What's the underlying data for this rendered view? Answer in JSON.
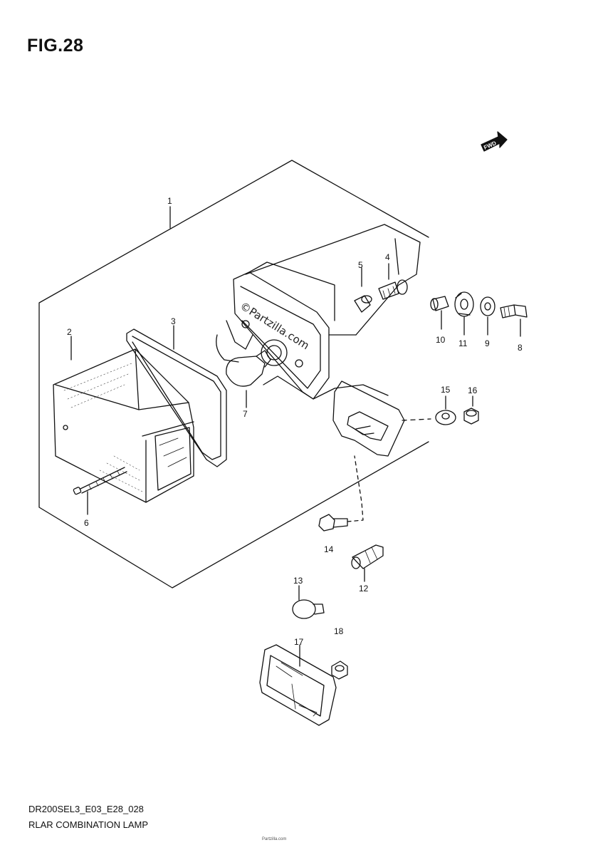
{
  "figure": {
    "title": "FIG.28"
  },
  "direction_marker": {
    "label": "FWD"
  },
  "watermark": {
    "text": "©Partzilla.com"
  },
  "callouts": [
    {
      "id": "c1",
      "label": "1"
    },
    {
      "id": "c2",
      "label": "2"
    },
    {
      "id": "c3",
      "label": "3"
    },
    {
      "id": "c4",
      "label": "4"
    },
    {
      "id": "c5",
      "label": "5"
    },
    {
      "id": "c6",
      "label": "6"
    },
    {
      "id": "c7",
      "label": "7"
    },
    {
      "id": "c8",
      "label": "8"
    },
    {
      "id": "c9",
      "label": "9"
    },
    {
      "id": "c10",
      "label": "10"
    },
    {
      "id": "c11",
      "label": "11"
    },
    {
      "id": "c12",
      "label": "12"
    },
    {
      "id": "c13",
      "label": "13"
    },
    {
      "id": "c14",
      "label": "14"
    },
    {
      "id": "c15",
      "label": "15"
    },
    {
      "id": "c16",
      "label": "16"
    },
    {
      "id": "c17",
      "label": "17"
    },
    {
      "id": "c18",
      "label": "18"
    }
  ],
  "footer": {
    "code": "DR200SEL3_E03_E28_028",
    "name": "RLAR COMBINATION LAMP",
    "small_print": "Partzilla.com"
  }
}
